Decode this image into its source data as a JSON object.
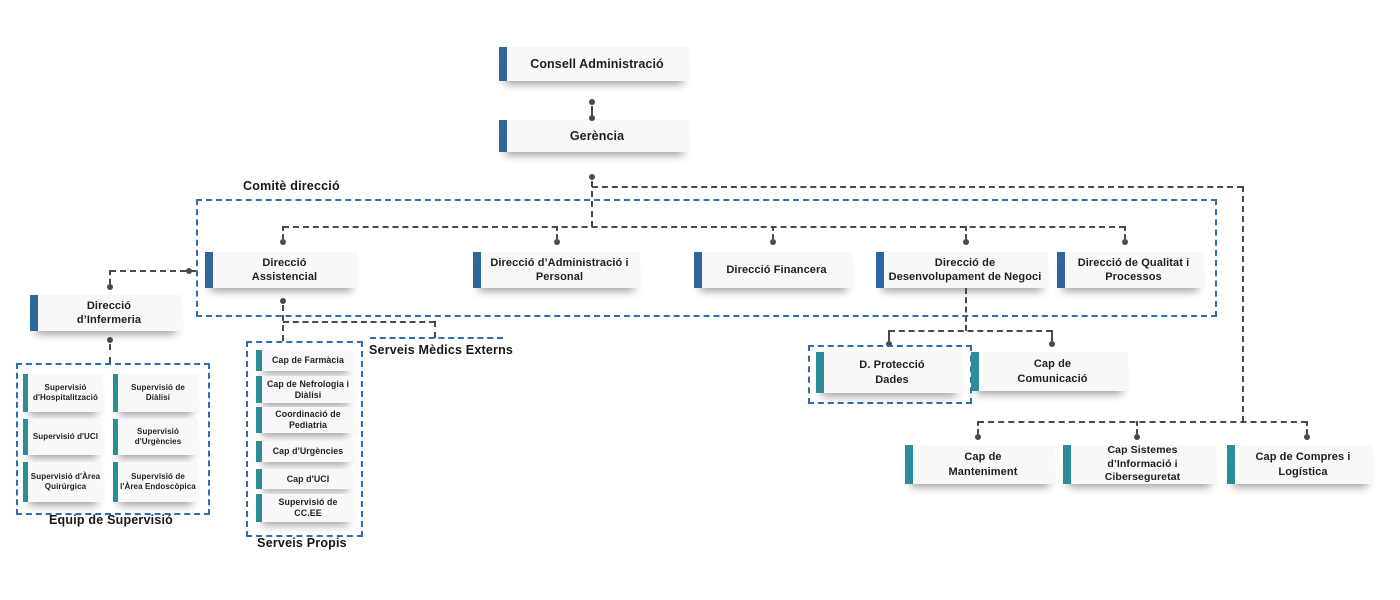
{
  "colors": {
    "accent_blue": "#2F679D",
    "accent_teal": "#2B8D97",
    "dashed_blue": "#2E6DB4",
    "connector": "#4A4A4A",
    "node_bg": "#F8F8F9",
    "text": "#1E1E1E"
  },
  "labels": {
    "comite": "Comitè direcció",
    "serveis_externs": "Serveis Mèdics Externs",
    "serveis_propis": "Serveis Propis",
    "equip_supervisio": "Equip de Supervisió"
  },
  "nodes": {
    "consell": "Consell Administració",
    "gerencia": "Gerència",
    "assistencial": "Direcció Assistencial",
    "administracio": "Direcció d’Administració i Personal",
    "financera": "Direcció Financera",
    "desenvolupament": "Direcció de Desenvolupament de Negoci",
    "qualitat": "Direcció de Qualitat i Processos",
    "infermeria": "Direcció d’Infermeria",
    "proteccio": "D. Protecció Dades",
    "comunicacio": "Cap de Comunicació",
    "manteniment": "Cap de Manteniment",
    "sistemes": "Cap Sistemes d’Informació i Ciberseguretat",
    "compres": "Cap de Compres i Logística",
    "supervisio": [
      "Supervisió d'Hospitalització",
      "Supervisió de Diàlisi",
      "Supervisió d'UCI",
      "Supervisió d'Urgències",
      "Supervisió d'Àrea Quirúrgica",
      "Supervisió de l'Àrea Endoscòpica"
    ],
    "serveis": [
      "Cap de Farmàcia",
      "Cap de Nefrologia i Diàlisi",
      "Coordinació de Pediatria",
      "Cap d'Urgències",
      "Cap d'UCI",
      "Supervisió de CC.EE"
    ]
  }
}
